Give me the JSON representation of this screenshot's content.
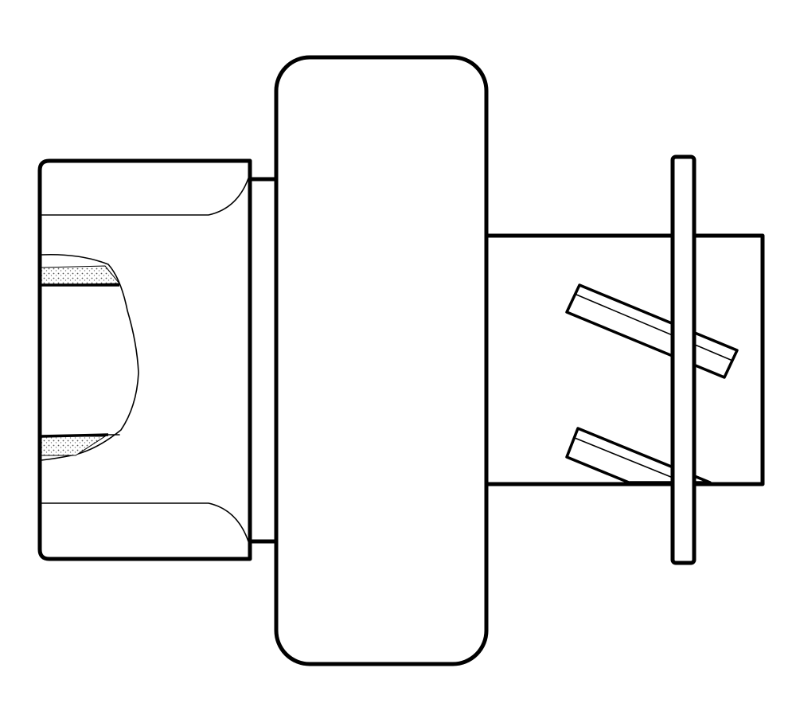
{
  "figure": {
    "background_color": "#ffffff",
    "line_color": "#000000",
    "parts": [
      "pinion-housing",
      "clutch-collar",
      "roller-clutch-body",
      "drive-sleeve",
      "guide-ring",
      "helical-spline-upper",
      "helical-spline-lower"
    ]
  }
}
